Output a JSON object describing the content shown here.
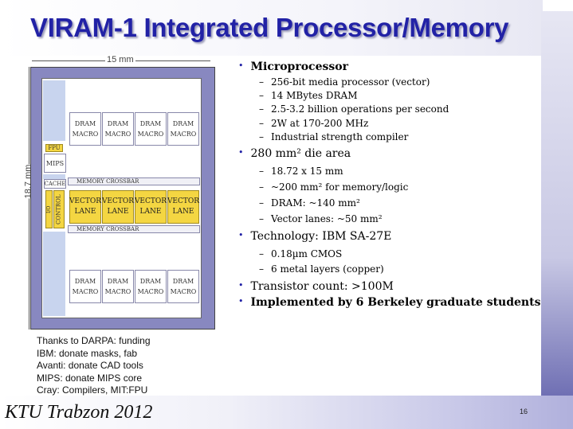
{
  "title": "VIRAM-1 Integrated Processor/Memory",
  "figure": {
    "width_label": "15 mm",
    "height_label": "18.7 mm",
    "dram_top": [
      "DRAM MACRO",
      "DRAM MACRO",
      "DRAM MACRO",
      "DRAM MACRO"
    ],
    "fpu": "FPU",
    "mips": "MIPS",
    "cache": "CACHE",
    "crossbar_top": "MEMORY CROSSBAR",
    "io": "I/O",
    "control": "CONTROL",
    "vector_lanes": [
      "VECTOR LANE",
      "VECTOR LANE",
      "VECTOR LANE",
      "VECTOR LANE"
    ],
    "crossbar_bottom": "MEMORY CROSSBAR",
    "dram_bottom": [
      "DRAM MACRO",
      "DRAM MACRO",
      "DRAM MACRO",
      "DRAM MACRO"
    ]
  },
  "bullets": {
    "microprocessor": {
      "label": "Microprocessor",
      "items": [
        "256-bit media processor (vector)",
        "14 MBytes DRAM",
        "2.5-3.2 billion operations per second",
        "2W at 170-200 MHz",
        "Industrial strength compiler"
      ]
    },
    "die_area": {
      "label": "280 mm² die area",
      "items": [
        "18.72 x 15 mm",
        "~200 mm² for memory/logic",
        "DRAM: ~140 mm²",
        "Vector lanes: ~50 mm²"
      ]
    },
    "technology": {
      "label": "Technology: IBM SA-27E",
      "items": [
        "0.18µm CMOS",
        "6 metal layers (copper)"
      ]
    },
    "transistor": "Transistor count: >100M",
    "implemented": "Implemented by 6 Berkeley graduate students"
  },
  "thanks": [
    "Thanks to DARPA: funding",
    "IBM: donate masks, fab",
    "Avanti: donate CAD tools",
    "MIPS: donate MIPS core",
    "Cray: Compilers, MIT:FPU"
  ],
  "footer": "KTU Trabzon 2012",
  "page_number": "16",
  "colors": {
    "title": "#2222a6",
    "vector_lane": "#f4d642",
    "die_border": "#8888c0"
  }
}
